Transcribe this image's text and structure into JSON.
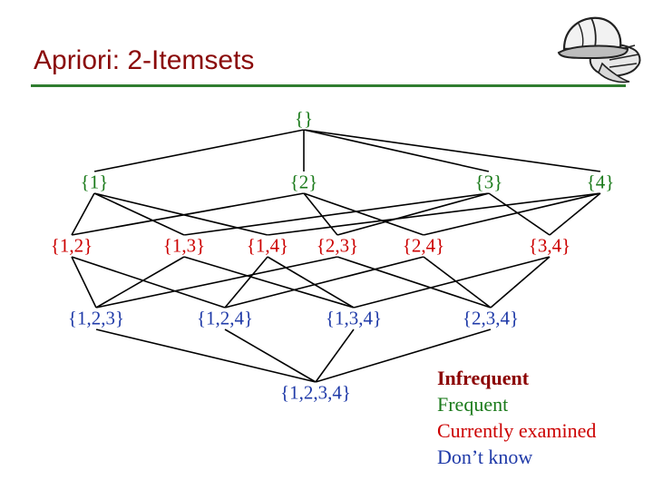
{
  "title": "Apriori: 2-Itemsets",
  "colors": {
    "infrequent": "#8b0000",
    "frequent": "#1a7a1a",
    "current": "#cc0000",
    "unknown": "#1f3aa8",
    "title": "#8a0a0a",
    "rule": "#2f7d2f"
  },
  "logo_icon": "hard-hat-and-gloves-icon",
  "nodes": [
    {
      "id": "empty",
      "label": "{}",
      "status": "frequent"
    },
    {
      "id": "n1",
      "label": "{1}",
      "status": "frequent"
    },
    {
      "id": "n2",
      "label": "{2}",
      "status": "frequent"
    },
    {
      "id": "n3",
      "label": "{3}",
      "status": "frequent"
    },
    {
      "id": "n4",
      "label": "{4}",
      "status": "frequent"
    },
    {
      "id": "n12",
      "label": "{1,2}",
      "status": "current"
    },
    {
      "id": "n13",
      "label": "{1,3}",
      "status": "current"
    },
    {
      "id": "n14",
      "label": "{1,4}",
      "status": "current"
    },
    {
      "id": "n23",
      "label": "{2,3}",
      "status": "current"
    },
    {
      "id": "n24",
      "label": "{2,4}",
      "status": "current"
    },
    {
      "id": "n34",
      "label": "{3,4}",
      "status": "current"
    },
    {
      "id": "n123",
      "label": "{1,2,3}",
      "status": "unknown"
    },
    {
      "id": "n124",
      "label": "{1,2,4}",
      "status": "unknown"
    },
    {
      "id": "n134",
      "label": "{1,3,4}",
      "status": "unknown"
    },
    {
      "id": "n234",
      "label": "{2,3,4}",
      "status": "unknown"
    },
    {
      "id": "n1234",
      "label": "{1,2,3,4}",
      "status": "unknown"
    }
  ],
  "edges": [
    [
      "empty",
      "n1"
    ],
    [
      "empty",
      "n2"
    ],
    [
      "empty",
      "n3"
    ],
    [
      "empty",
      "n4"
    ],
    [
      "n1",
      "n12"
    ],
    [
      "n1",
      "n13"
    ],
    [
      "n1",
      "n14"
    ],
    [
      "n2",
      "n12"
    ],
    [
      "n2",
      "n23"
    ],
    [
      "n2",
      "n24"
    ],
    [
      "n3",
      "n13"
    ],
    [
      "n3",
      "n23"
    ],
    [
      "n3",
      "n34"
    ],
    [
      "n4",
      "n14"
    ],
    [
      "n4",
      "n24"
    ],
    [
      "n4",
      "n34"
    ],
    [
      "n12",
      "n123"
    ],
    [
      "n12",
      "n124"
    ],
    [
      "n13",
      "n123"
    ],
    [
      "n13",
      "n134"
    ],
    [
      "n14",
      "n124"
    ],
    [
      "n14",
      "n134"
    ],
    [
      "n23",
      "n123"
    ],
    [
      "n23",
      "n234"
    ],
    [
      "n24",
      "n124"
    ],
    [
      "n24",
      "n234"
    ],
    [
      "n34",
      "n134"
    ],
    [
      "n34",
      "n234"
    ],
    [
      "n123",
      "n1234"
    ],
    [
      "n124",
      "n1234"
    ],
    [
      "n134",
      "n1234"
    ],
    [
      "n234",
      "n1234"
    ]
  ],
  "legend": [
    {
      "label": "Infrequent",
      "status": "infrequent",
      "bold": true
    },
    {
      "label": "Frequent",
      "status": "frequent",
      "bold": false
    },
    {
      "label": "Currently examined",
      "status": "current",
      "bold": false
    },
    {
      "label": "Don’t know",
      "status": "unknown",
      "bold": false
    }
  ]
}
